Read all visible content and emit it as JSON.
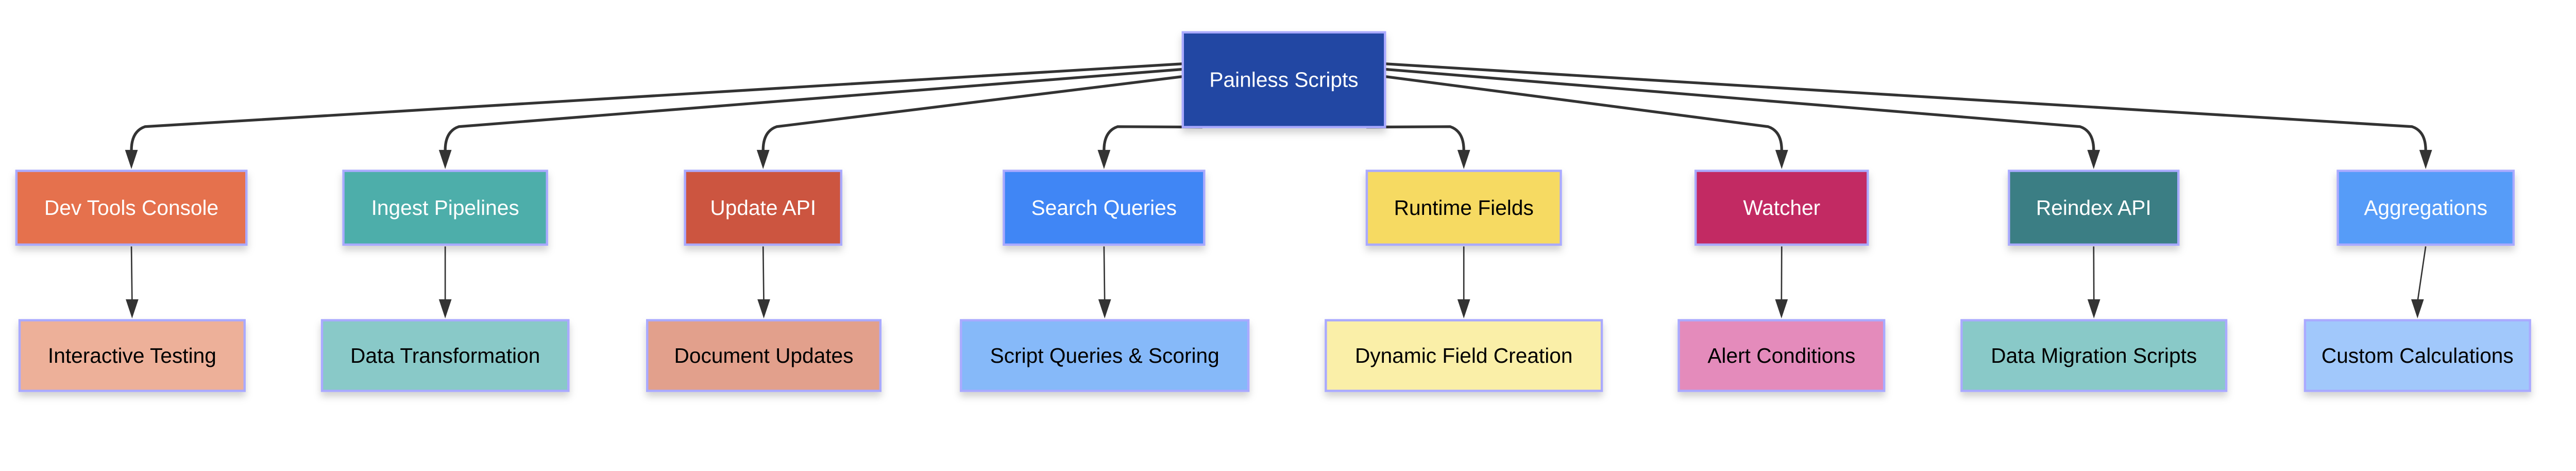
{
  "root": {
    "label": "Painless Scripts",
    "fill": "#2347a3",
    "text_color": "#ffffff"
  },
  "branches": [
    {
      "label": "Dev Tools Console",
      "fill": "#e5714e",
      "text_color": "#ffffff",
      "child": {
        "label": "Interactive Testing",
        "fill": "#edb099",
        "text_color": "#000000"
      }
    },
    {
      "label": "Ingest Pipelines",
      "fill": "#4daeaa",
      "text_color": "#ffffff",
      "child": {
        "label": "Data Transformation",
        "fill": "#89c9c8",
        "text_color": "#000000"
      }
    },
    {
      "label": "Update API",
      "fill": "#cc5540",
      "text_color": "#ffffff",
      "child": {
        "label": "Document Updates",
        "fill": "#e2a08c",
        "text_color": "#000000"
      }
    },
    {
      "label": "Search Queries",
      "fill": "#3f86f5",
      "text_color": "#ffffff",
      "child": {
        "label": "Script Queries & Scoring",
        "fill": "#86b9f9",
        "text_color": "#000000"
      }
    },
    {
      "label": "Runtime Fields",
      "fill": "#f6da62",
      "text_color": "#000000",
      "child": {
        "label": "Dynamic Field Creation",
        "fill": "#faefa8",
        "text_color": "#000000"
      }
    },
    {
      "label": "Watcher",
      "fill": "#c22a63",
      "text_color": "#ffffff",
      "child": {
        "label": "Alert Conditions",
        "fill": "#e48bbb",
        "text_color": "#000000"
      }
    },
    {
      "label": "Reindex API",
      "fill": "#3b7e84",
      "text_color": "#ffffff",
      "child": {
        "label": "Data Migration Scripts",
        "fill": "#89c9c8",
        "text_color": "#000000"
      }
    },
    {
      "label": "Aggregations",
      "fill": "#579cf8",
      "text_color": "#ffffff",
      "child": {
        "label": "Custom Calculations",
        "fill": "#a1c8fb",
        "text_color": "#000000"
      }
    }
  ],
  "node_border_color": "#aaaaff",
  "edge_color": "#333333"
}
